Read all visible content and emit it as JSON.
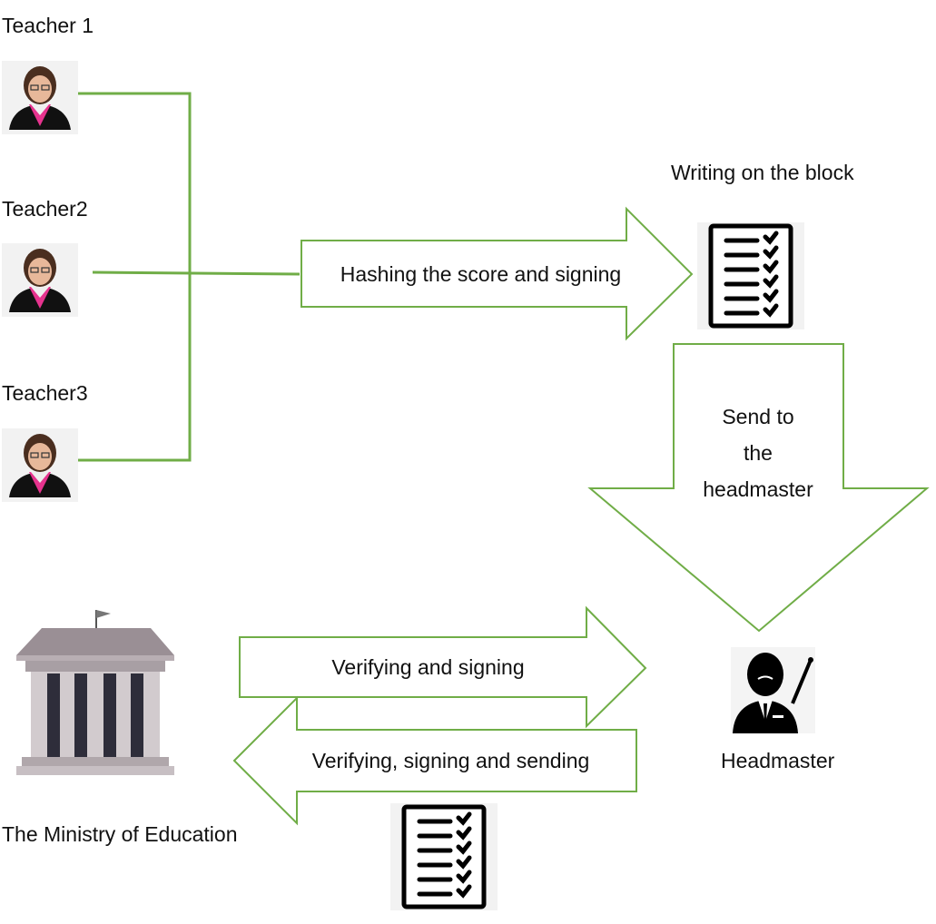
{
  "teachers": [
    {
      "label": "Teacher 1"
    },
    {
      "label": "Teacher2"
    },
    {
      "label": "Teacher3"
    }
  ],
  "hash_arrow": {
    "label": "Hashing the score and signing"
  },
  "block": {
    "label": "Writing on the block"
  },
  "send_arrow": {
    "lines": [
      "Send to",
      "the",
      "headmaster"
    ]
  },
  "headmaster": {
    "label": "Headmaster"
  },
  "verify_arrow": {
    "label": "Verifying and signing"
  },
  "verify_send_arrow": {
    "label": "Verifying, signing and sending"
  },
  "ministry": {
    "label": "The Ministry of Education"
  },
  "colors": {
    "connector": "#70ad47",
    "icon": "#000000",
    "accent": "#e6338e",
    "building": "#a89fa4"
  }
}
